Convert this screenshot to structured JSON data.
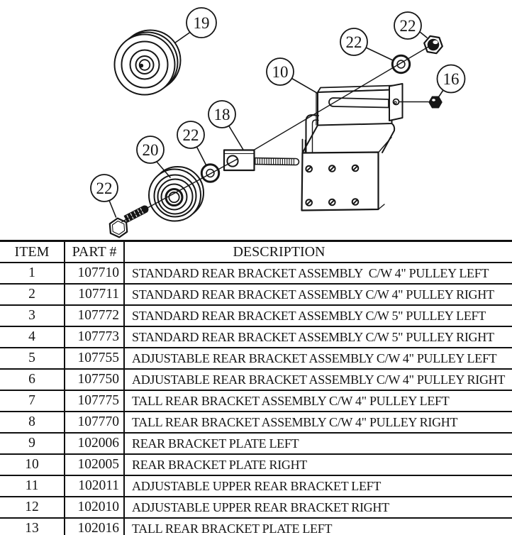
{
  "diagram": {
    "balloons": [
      {
        "label": "19"
      },
      {
        "label": "22"
      },
      {
        "label": "22"
      },
      {
        "label": "10"
      },
      {
        "label": "16"
      },
      {
        "label": "18"
      },
      {
        "label": "22"
      },
      {
        "label": "20"
      },
      {
        "label": "22"
      }
    ]
  },
  "table": {
    "columns": [
      "ITEM",
      "PART #",
      "DESCRIPTION"
    ],
    "rows": [
      {
        "item": "1",
        "part": "107710",
        "description": "STANDARD REAR BRACKET ASSEMBLY  C/W 4\" PULLEY LEFT"
      },
      {
        "item": "2",
        "part": "107711",
        "description": "STANDARD REAR BRACKET ASSEMBLY C/W 4\" PULLEY RIGHT"
      },
      {
        "item": "3",
        "part": "107772",
        "description": "STANDARD REAR BRACKET ASSEMBLY C/W 5\" PULLEY LEFT"
      },
      {
        "item": "4",
        "part": "107773",
        "description": "STANDARD REAR BRACKET ASSEMBLY C/W 5\" PULLEY RIGHT"
      },
      {
        "item": "5",
        "part": "107755",
        "description": "ADJUSTABLE REAR BRACKET ASSEMBLY C/W 4\" PULLEY LEFT"
      },
      {
        "item": "6",
        "part": "107750",
        "description": "ADJUSTABLE REAR BRACKET ASSEMBLY C/W 4\" PULLEY RIGHT"
      },
      {
        "item": "7",
        "part": "107775",
        "description": "TALL REAR BRACKET ASSEMBLY C/W 4\" PULLEY LEFT"
      },
      {
        "item": "8",
        "part": "107770",
        "description": "TALL REAR BRACKET ASSEMBLY C/W 4\" PULLEY RIGHT"
      },
      {
        "item": "9",
        "part": "102006",
        "description": "REAR BRACKET PLATE LEFT"
      },
      {
        "item": "10",
        "part": "102005",
        "description": "REAR BRACKET PLATE RIGHT"
      },
      {
        "item": "11",
        "part": "102011",
        "description": "ADJUSTABLE UPPER REAR BRACKET LEFT"
      },
      {
        "item": "12",
        "part": "102010",
        "description": "ADJUSTABLE UPPER REAR BRACKET RIGHT"
      },
      {
        "item": "13",
        "part": "102016",
        "description": "TALL REAR BRACKET PLATE LEFT"
      }
    ]
  },
  "colors": {
    "ink": "#161616",
    "paper": "#ffffff"
  }
}
